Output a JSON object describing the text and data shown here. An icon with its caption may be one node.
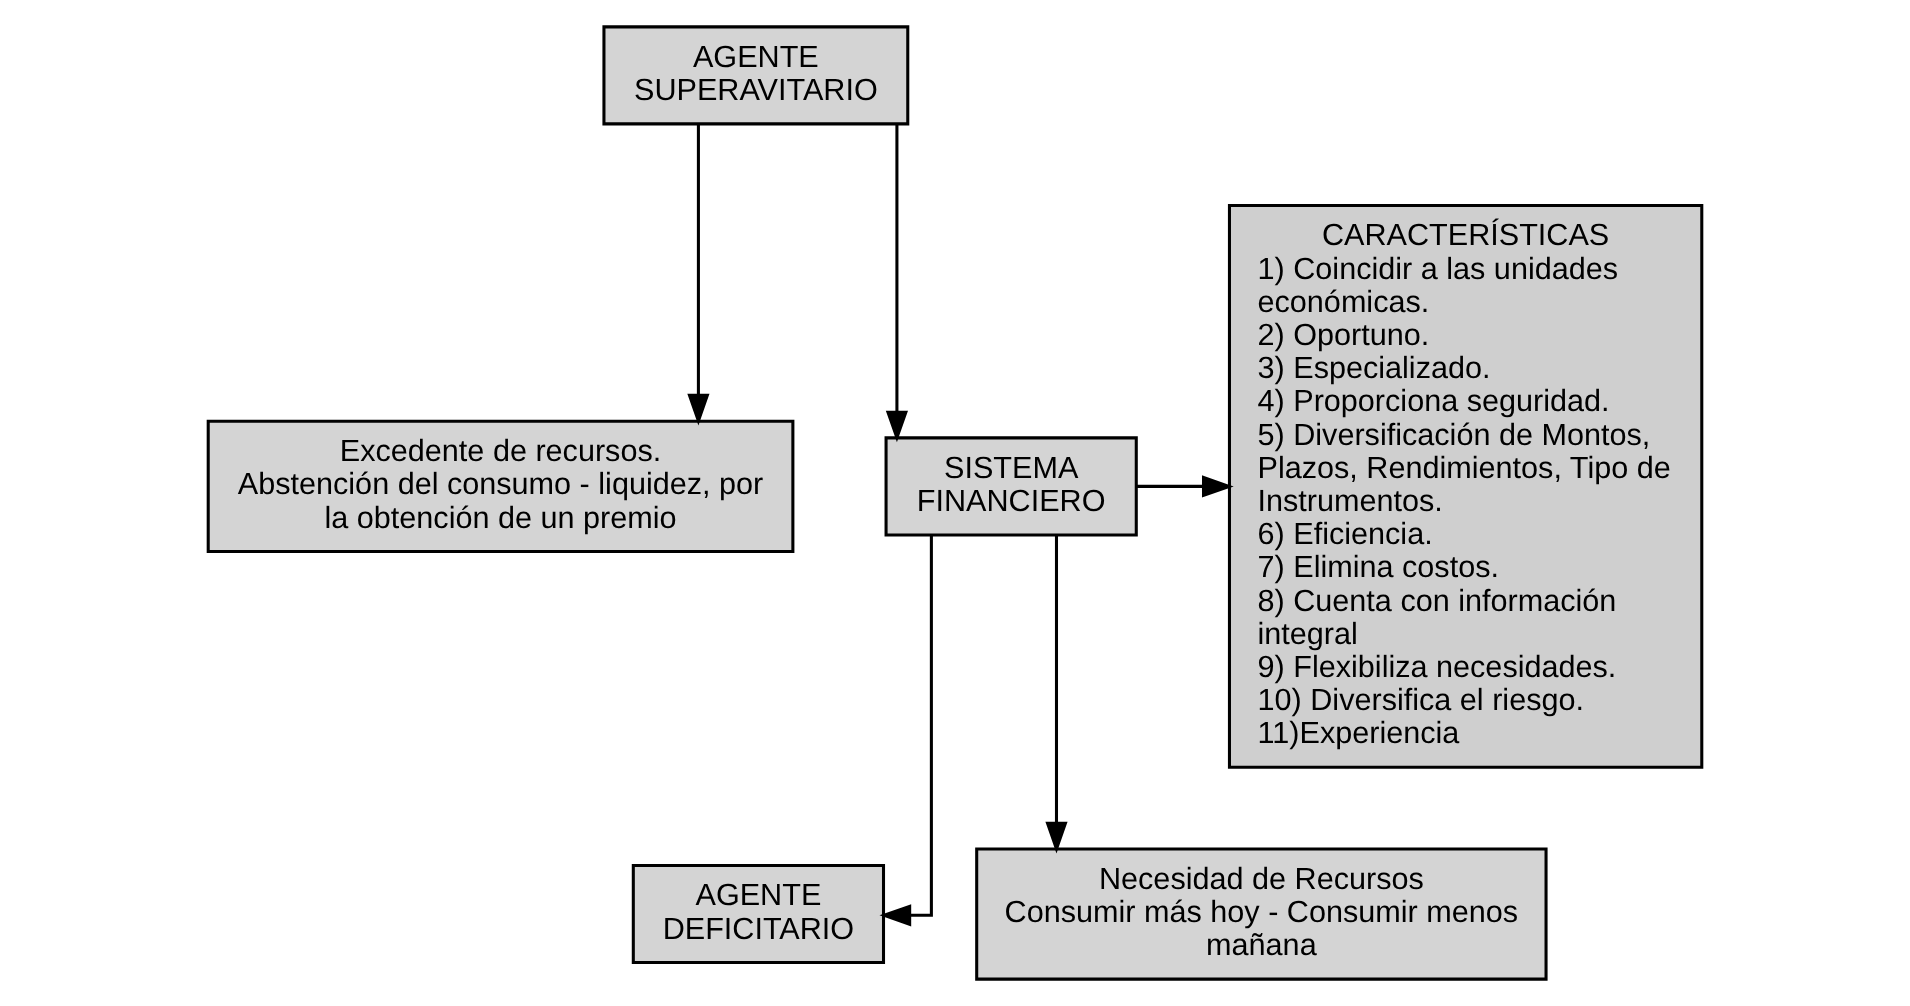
{
  "diagram": {
    "nodes": [
      {
        "text": [
          "Excedente de recursos.",
          "Abstención del consumo - liquidez, por la obtención de un premio"
        ]
      },
      {
        "text": [
          "AGENTE SUPERAVITARIO"
        ]
      },
      {
        "text": [
          "SISTEMA FINANCIERO"
        ]
      },
      {
        "text": [
          "CARACTERÍSTICAS",
          "1) Coincidir a las unidades económicas.",
          "2) Oportuno.",
          "3) Especializado.",
          "4) Proporciona seguridad.",
          "5) Diversificación de Montos, Plazos, Rendimientos, Tipo de Instrumentos.",
          "6) Eficiencia.",
          "7) Elimina costos.",
          "8) Cuenta con información integral",
          "9) Flexibiliza necesidades.",
          "10) Diversifica el riesgo.",
          "11)Experiencia"
        ]
      },
      {
        "text": [
          "AGENTE DEFICITARIO"
        ]
      },
      {
        "text": [
          "Necesidad de Recursos",
          "Consumir más hoy - Consumir menos mañana"
        ]
      }
    ],
    "edges": [
      {
        "from": 1,
        "to": 0,
        "arrow": "to"
      },
      {
        "from": 1,
        "to": 2,
        "arrow": "to"
      },
      {
        "from": 2,
        "to": 3,
        "arrow": "to"
      },
      {
        "from": 2,
        "to": 4,
        "arrow": "to"
      },
      {
        "from": 2,
        "to": 5,
        "arrow": "to"
      }
    ]
  }
}
